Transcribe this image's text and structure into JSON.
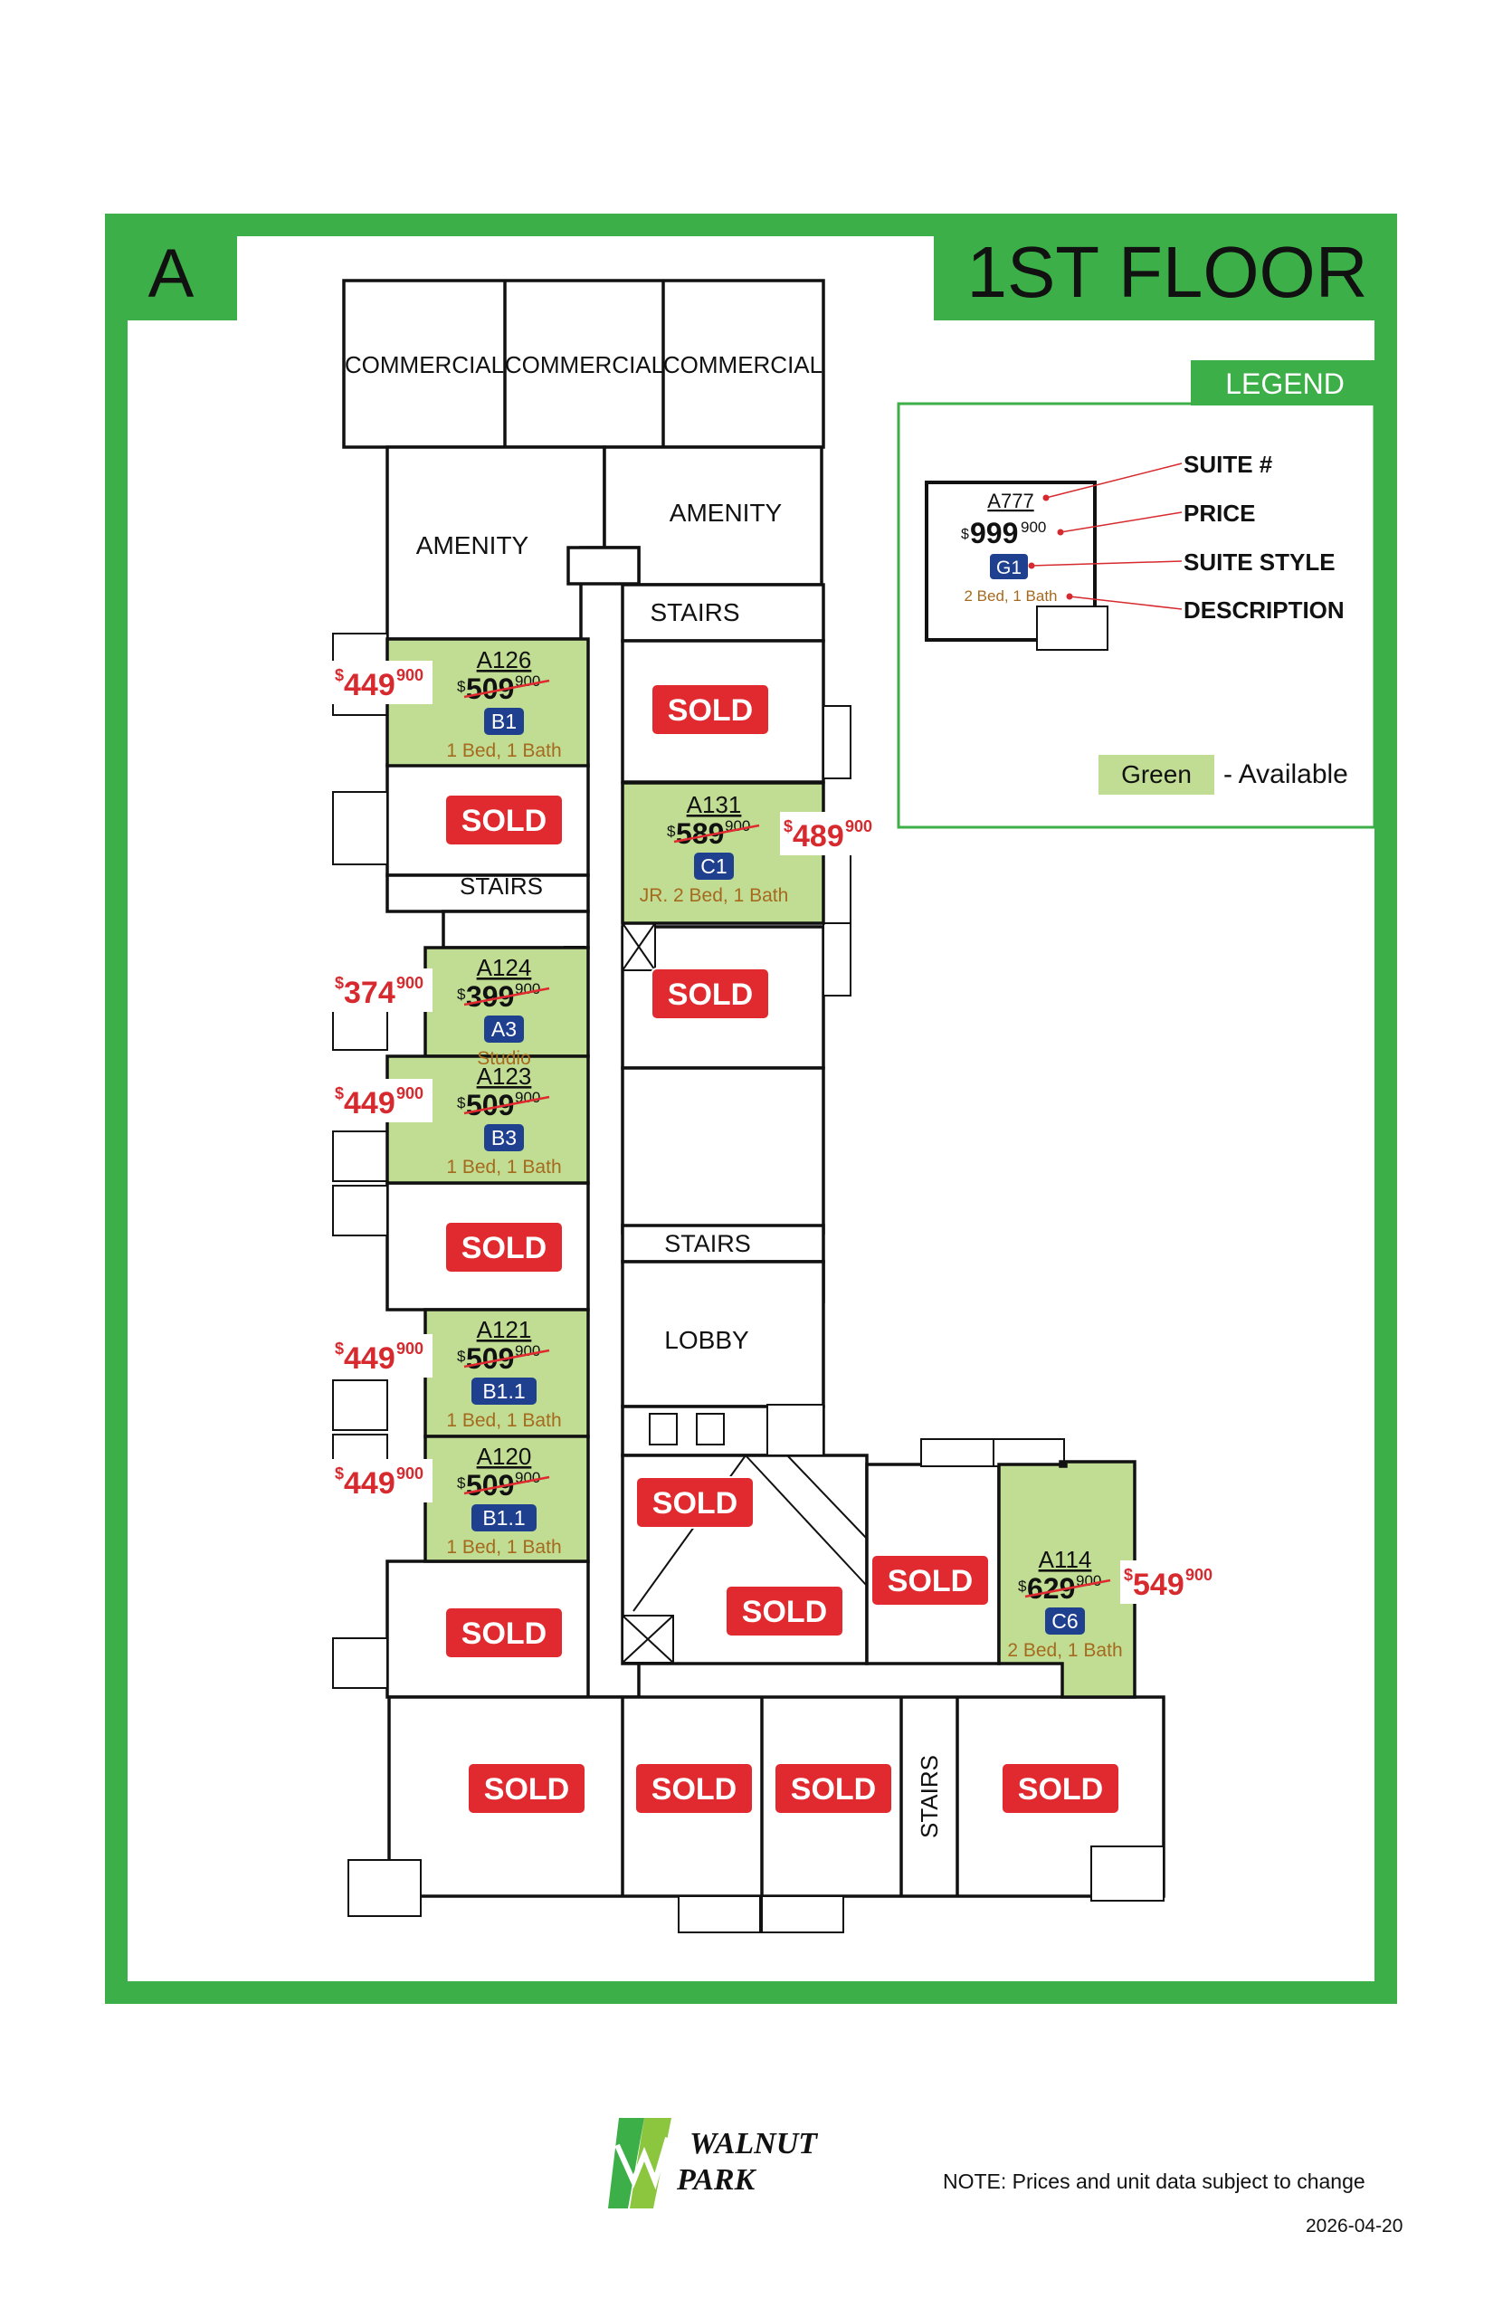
{
  "page": {
    "building_letter": "A",
    "floor_title": "1ST FLOOR",
    "note": "NOTE: Prices and unit data subject to change",
    "date": "2026-04-20",
    "brand_line1": "WALNUT",
    "brand_line2": "PARK"
  },
  "colors": {
    "frame_green": "#3daf48",
    "available_fill": "#c0dd93",
    "sold_red": "#e02a2f",
    "price_red": "#d62a2f",
    "style_blue": "#1f3f8f",
    "desc_brown": "#a66a1e"
  },
  "legend": {
    "title": "LEGEND",
    "sample_suite": "A777",
    "sample_price": "999",
    "sample_price_cents": "900",
    "sample_price_symbol": "$",
    "sample_style": "G1",
    "sample_desc": "2 Bed, 1 Bath",
    "key_suite": "SUITE #",
    "key_price": "PRICE",
    "key_style": "SUITE STYLE",
    "key_desc": "DESCRIPTION",
    "swatch_label": "Green",
    "swatch_text": "- Available"
  },
  "rooms": {
    "commercial": "COMMERCIAL",
    "amenity": "AMENITY",
    "stairs": "STAIRS",
    "lobby": "LOBBY",
    "sold": "SOLD"
  },
  "units": [
    {
      "suite": "A126",
      "old_price": "509",
      "old_cents": "900",
      "new_price": "449",
      "new_cents": "900",
      "style": "B1",
      "desc": "1 Bed, 1 Bath",
      "status": "available"
    },
    {
      "suite": "A131",
      "old_price": "589",
      "old_cents": "900",
      "new_price": "489",
      "new_cents": "900",
      "style": "C1",
      "desc": "JR. 2 Bed, 1 Bath",
      "status": "available"
    },
    {
      "suite": "A124",
      "old_price": "399",
      "old_cents": "900",
      "new_price": "374",
      "new_cents": "900",
      "style": "A3",
      "desc": "Studio",
      "status": "available"
    },
    {
      "suite": "A123",
      "old_price": "509",
      "old_cents": "900",
      "new_price": "449",
      "new_cents": "900",
      "style": "B3",
      "desc": "1 Bed, 1 Bath",
      "status": "available"
    },
    {
      "suite": "A121",
      "old_price": "509",
      "old_cents": "900",
      "new_price": "449",
      "new_cents": "900",
      "style": "B1.1",
      "desc": "1 Bed, 1 Bath",
      "status": "available"
    },
    {
      "suite": "A120",
      "old_price": "509",
      "old_cents": "900",
      "new_price": "449",
      "new_cents": "900",
      "style": "B1.1",
      "desc": "1 Bed, 1 Bath",
      "status": "available"
    },
    {
      "suite": "A114",
      "old_price": "629",
      "old_cents": "900",
      "new_price": "549",
      "new_cents": "900",
      "style": "C6",
      "desc": "2 Bed, 1 Bath",
      "status": "available"
    }
  ],
  "currency_symbol": "$"
}
